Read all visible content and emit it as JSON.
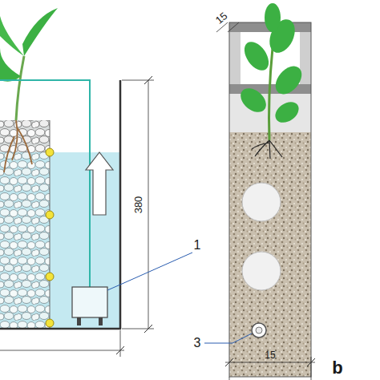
{
  "diagram": {
    "labels": [
      "15",
      "380",
      "1",
      "3",
      "15",
      "b"
    ]
  }
}
